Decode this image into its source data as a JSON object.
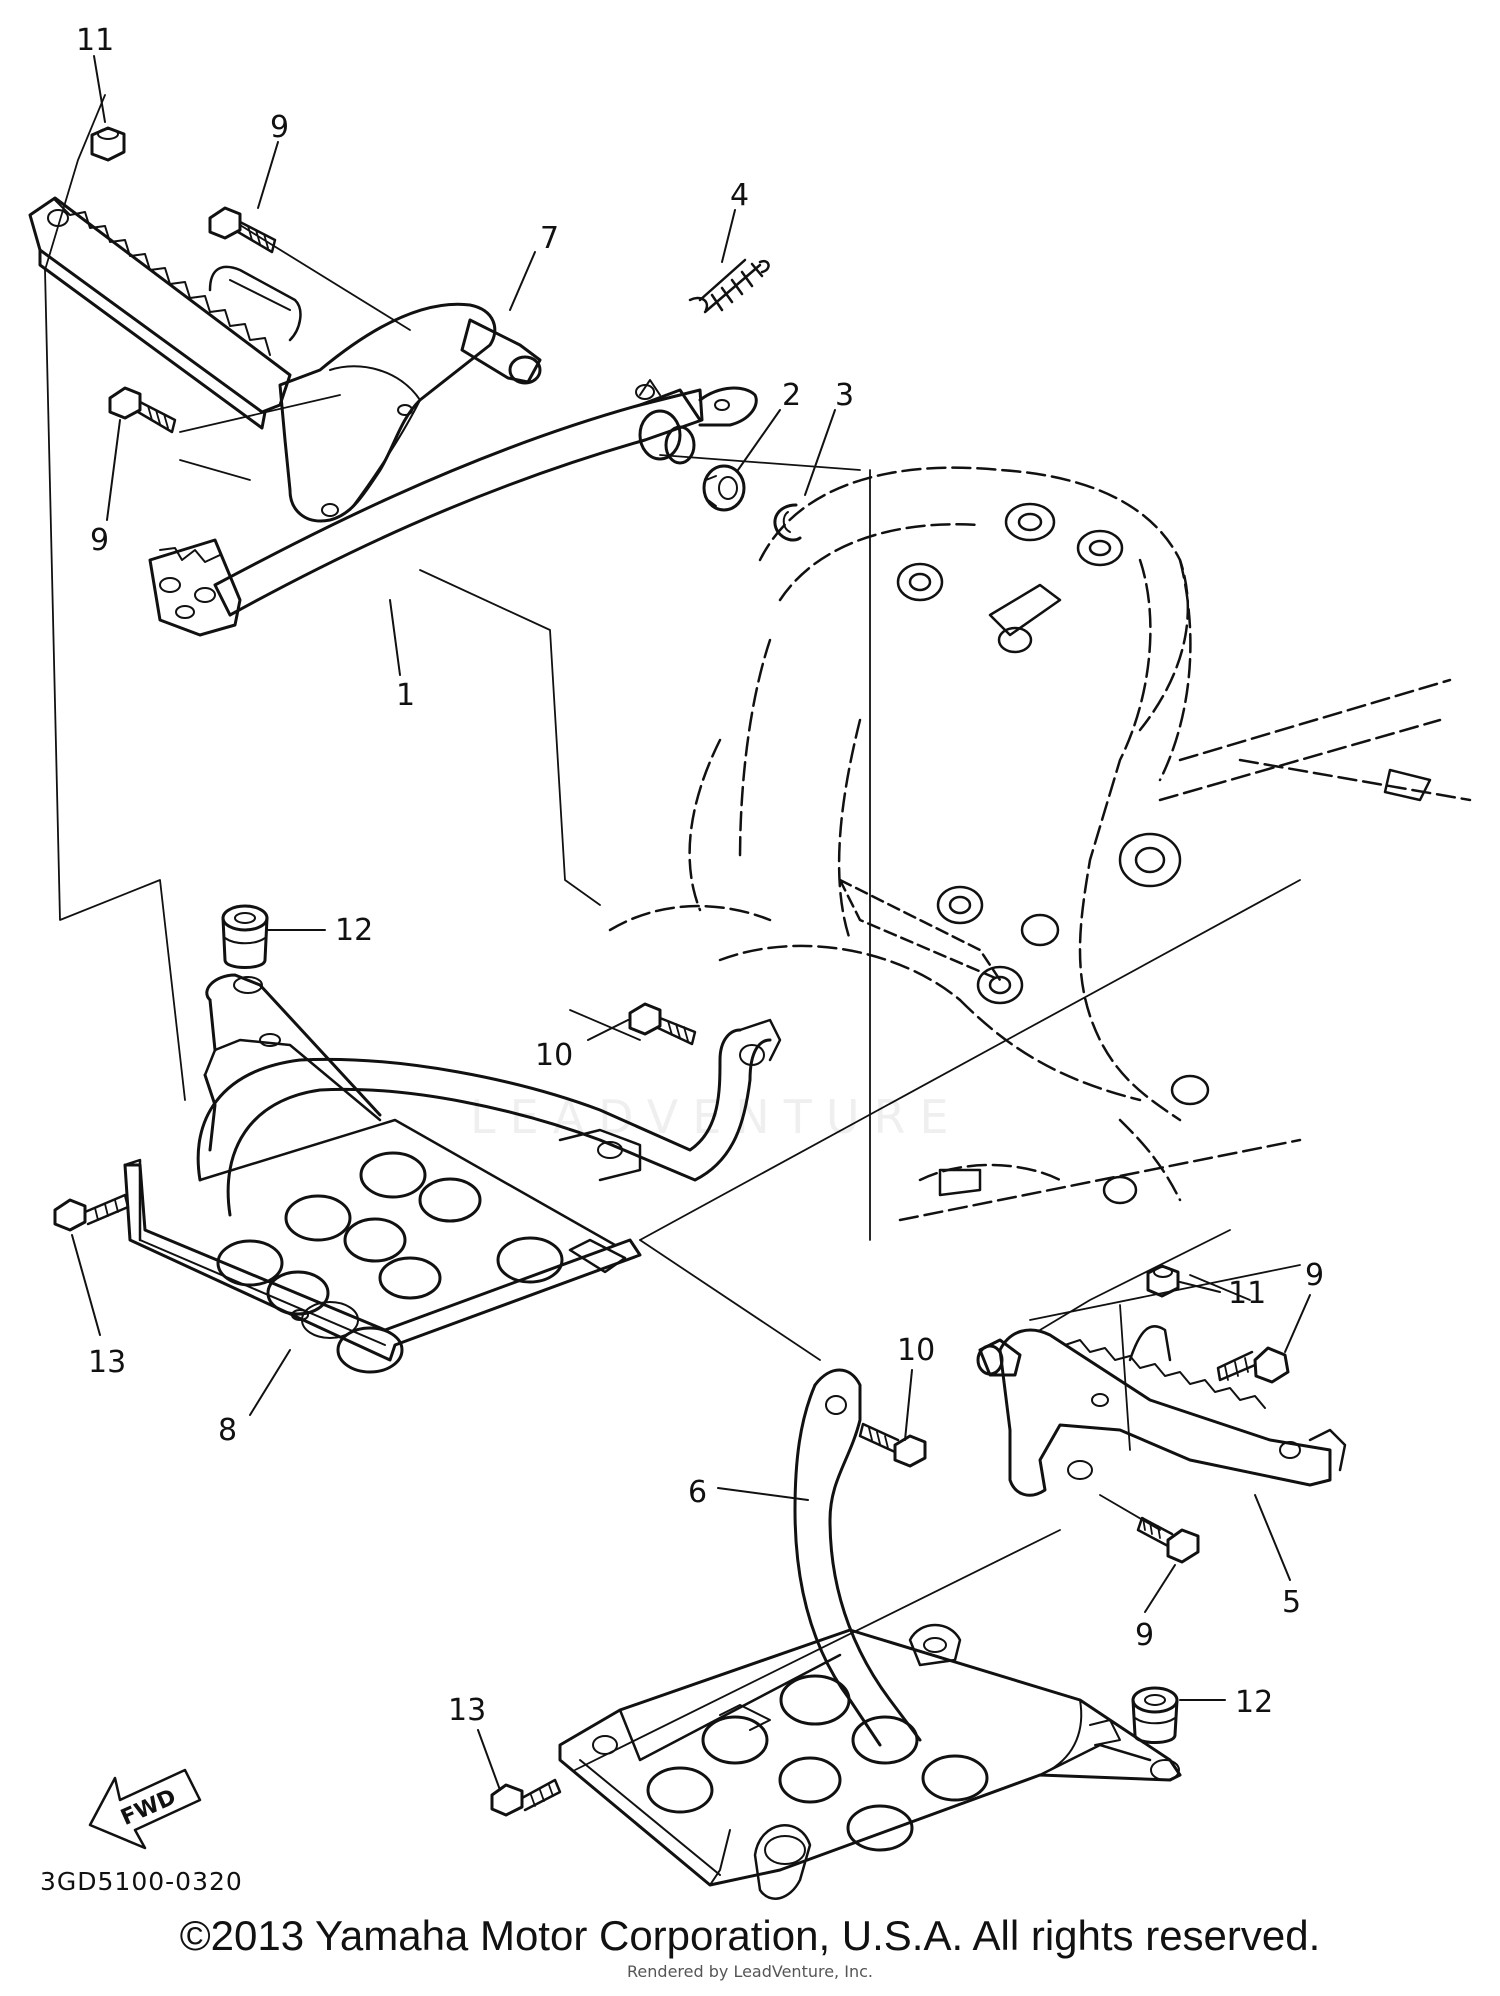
{
  "callouts": [
    {
      "id": "c11a",
      "text": "11"
    },
    {
      "id": "c9a",
      "text": "9"
    },
    {
      "id": "c4",
      "text": "4"
    },
    {
      "id": "c7",
      "text": "7"
    },
    {
      "id": "c2",
      "text": "2"
    },
    {
      "id": "c3",
      "text": "3"
    },
    {
      "id": "c9b",
      "text": "9"
    },
    {
      "id": "c1",
      "text": "1"
    },
    {
      "id": "c12a",
      "text": "12"
    },
    {
      "id": "c10a",
      "text": "10"
    },
    {
      "id": "c13a",
      "text": "13"
    },
    {
      "id": "c8",
      "text": "8"
    },
    {
      "id": "c11b",
      "text": "11"
    },
    {
      "id": "c9c",
      "text": "9"
    },
    {
      "id": "c10b",
      "text": "10"
    },
    {
      "id": "c6",
      "text": "6"
    },
    {
      "id": "c5",
      "text": "5"
    },
    {
      "id": "c9d",
      "text": "9"
    },
    {
      "id": "c13b",
      "text": "13"
    },
    {
      "id": "c12b",
      "text": "12"
    }
  ],
  "fwd_label": "FWD",
  "diagram_code": "3GD5100-0320",
  "copyright": "©2013 Yamaha Motor Corporation, U.S.A. All rights reserved.",
  "rendered_by": "Rendered by LeadVenture, Inc.",
  "watermark": "LEADVENTURE",
  "colors": {
    "line": "#111111",
    "background": "#ffffff"
  }
}
